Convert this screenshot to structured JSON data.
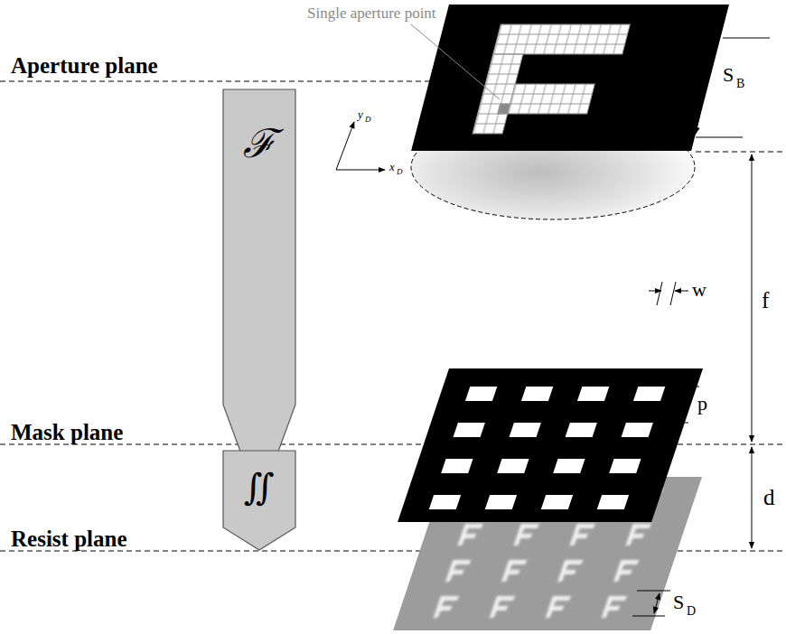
{
  "diagram": {
    "nodes": [
      {
        "text": [
          "ℱ"
        ]
      },
      {
        "text": [
          "∬"
        ]
      }
    ],
    "labels": [
      "Single aperture point",
      "Aperture plane",
      "S",
      "B",
      "y",
      "D",
      "x",
      "D",
      "f",
      "w",
      "Mask plane",
      "p",
      "d",
      "Resist plane",
      "S",
      "D"
    ]
  }
}
